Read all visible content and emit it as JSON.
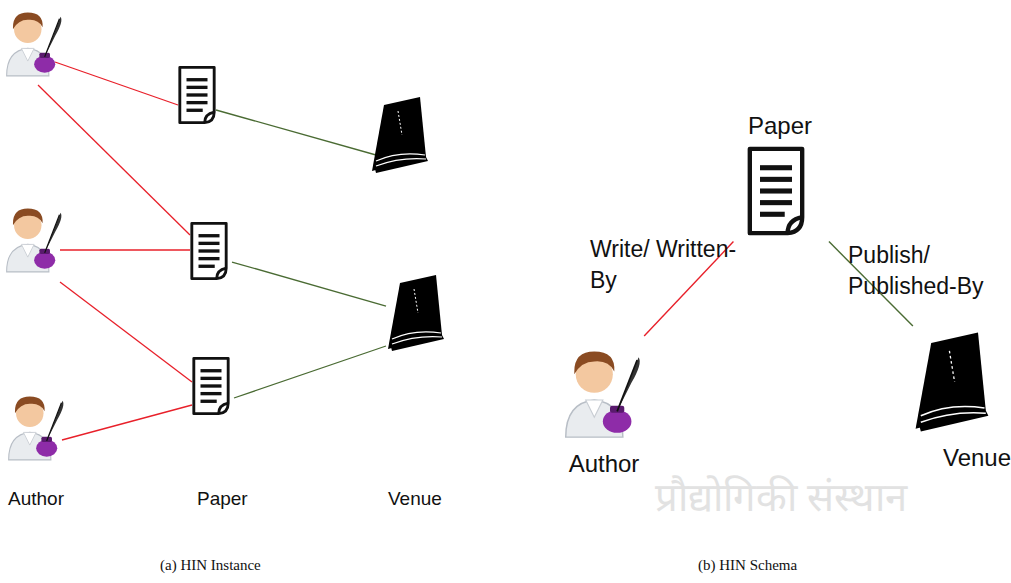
{
  "diagram": {
    "nodes": [
      {
        "text": [
          "Paper"
        ]
      },
      {
        "text": [
          "Author"
        ]
      },
      {
        "text": [
          "Venue"
        ]
      }
    ],
    "edges": [
      {
        "from": 1,
        "to": 0,
        "label": "Write/ Written-By",
        "arrow": "none"
      },
      {
        "from": 0,
        "to": 2,
        "label": "Publish/ Published-By",
        "arrow": "none"
      }
    ],
    "labels": [
      "Author",
      "Paper",
      "Venue",
      "(a) HIN Instance",
      "(b) HIN Schema",
      "प्रौद्योगिकी संस्थान"
    ]
  }
}
